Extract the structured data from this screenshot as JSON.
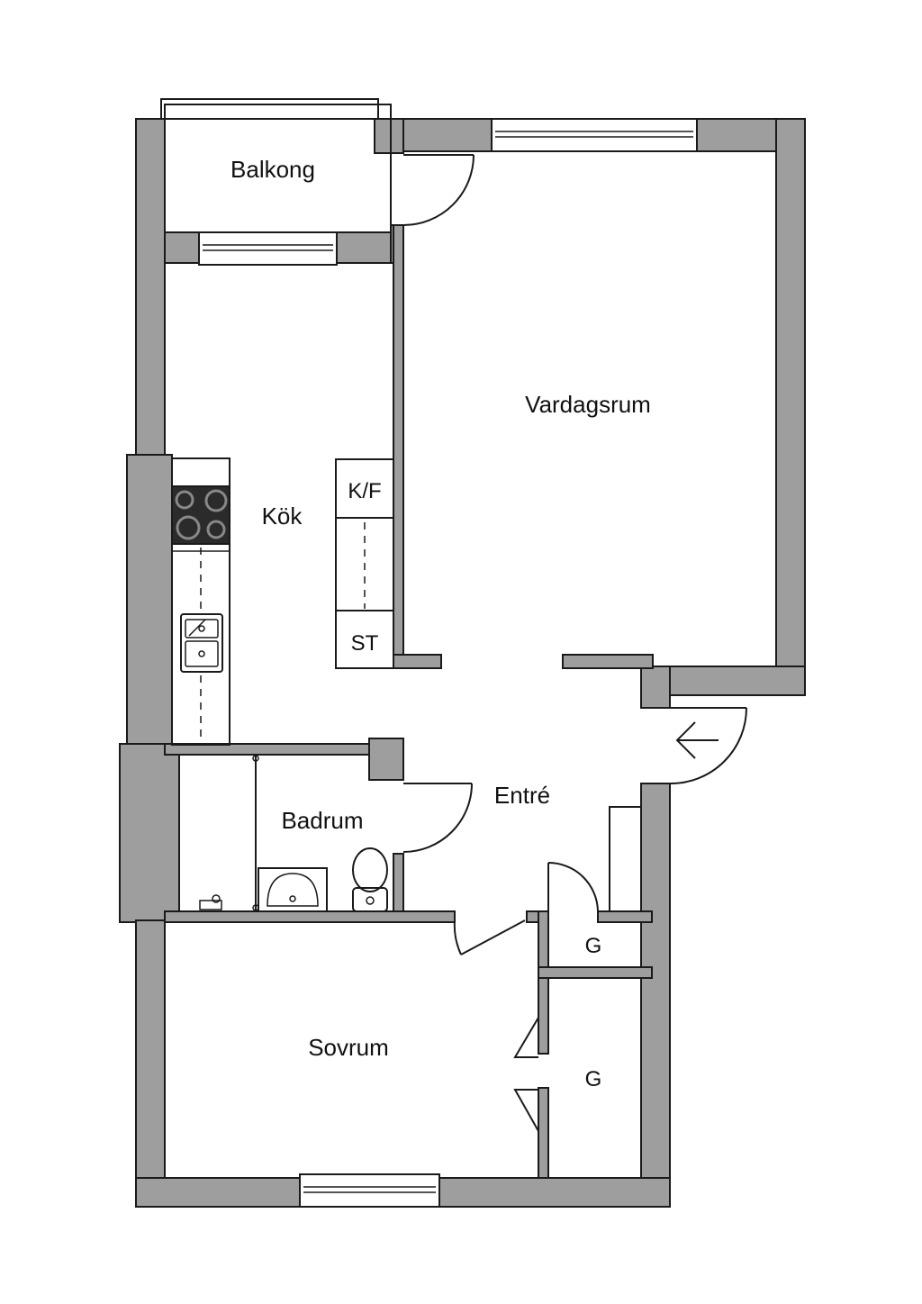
{
  "rooms": {
    "balkong": "Balkong",
    "vardagsrum": "Vardagsrum",
    "kok": "Kök",
    "badrum": "Badrum",
    "entre": "Entré",
    "sovrum": "Sovrum",
    "garderob_1": "G",
    "garderob_2": "G"
  },
  "appliances": {
    "kyl_frys": "K/F",
    "stad": "ST"
  },
  "colors": {
    "wall": "#9e9e9e",
    "line": "#1a1a1a",
    "background": "#ffffff"
  }
}
